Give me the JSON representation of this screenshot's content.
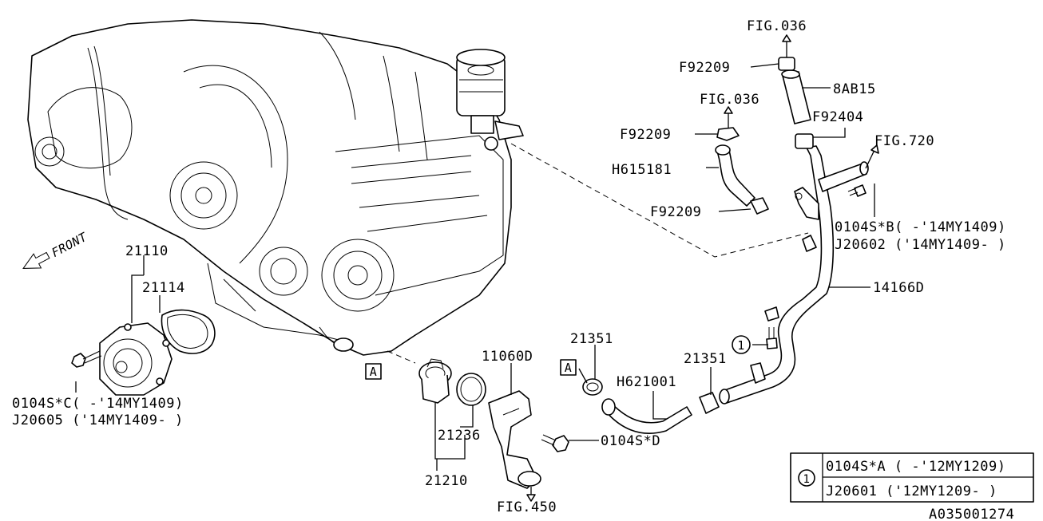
{
  "labels": {
    "fig036_top": "FIG.036",
    "f92209_a": "F92209",
    "hose_8ab15": "8AB15",
    "fig036_mid": "FIG.036",
    "f92209_b": "F92209",
    "f92404": "F92404",
    "fig720": "FIG.720",
    "h615181": "H615181",
    "f92209_c": "F92209",
    "bolt_0104sb": "0104S*B( -'14MY1409)",
    "j20602": "J20602 ('14MY1409- )",
    "pipe_14166d": "14166D",
    "front": "FRONT",
    "p21110": "21110",
    "p21114": "21114",
    "callout_1": "1",
    "p21351_a": "21351",
    "p21351_b": "21351",
    "ref_a_left": "A",
    "ref_a_right": "A",
    "p11060d": "11060D",
    "h621001": "H621001",
    "bolt_0104sc": "0104S*C( -'14MY1409)",
    "j20605": "J20605 ('14MY1409- )",
    "p21236": "21236",
    "bolt_0104sd": "0104S*D",
    "p21210": "21210",
    "fig450": "FIG.450",
    "diagram_id": "A035001274"
  },
  "legend_table": {
    "key": "1",
    "rows": [
      "0104S*A ( -'12MY1209)",
      "J20601  ('12MY1209- )"
    ]
  }
}
